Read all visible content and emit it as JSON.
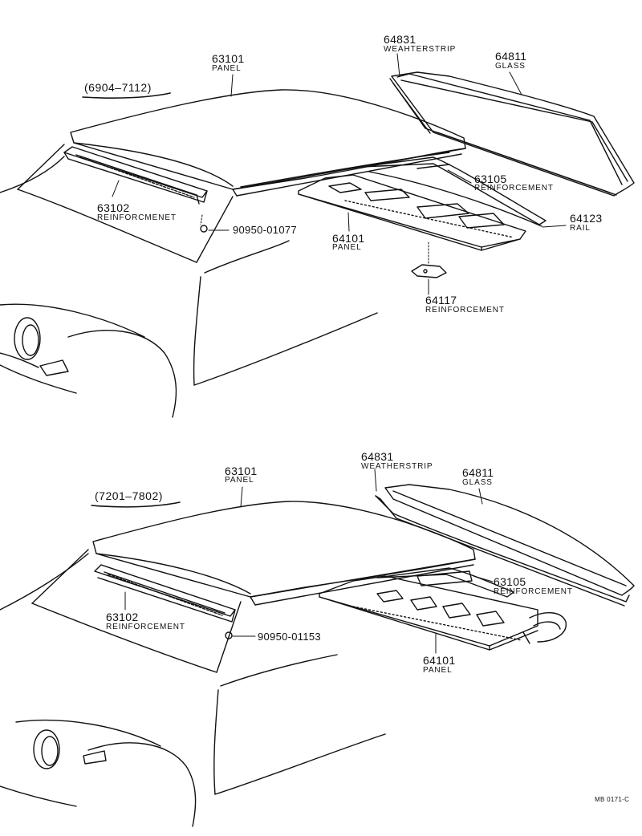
{
  "diagram_1": {
    "date_range": "(6904–7112)",
    "parts": {
      "p63101": {
        "number": "63101",
        "name": "PANEL"
      },
      "p64831": {
        "number": "64831",
        "name": "WEAHTERSTRIP"
      },
      "p64811": {
        "number": "64811",
        "name": "GLASS"
      },
      "p63105": {
        "number": "63105",
        "name": "REINFORCEMENT"
      },
      "p64123": {
        "number": "64123",
        "name": "RAIL"
      },
      "p63102": {
        "number": "63102",
        "name": "REINFORCMENET"
      },
      "p90950": {
        "number": "90950-01077"
      },
      "p64101": {
        "number": "64101",
        "name": "PANEL"
      },
      "p64117": {
        "number": "64117",
        "name": "REINFORCEMENT"
      }
    }
  },
  "diagram_2": {
    "date_range": "(7201–7802)",
    "parts": {
      "p63101": {
        "number": "63101",
        "name": "PANEL"
      },
      "p64831": {
        "number": "64831",
        "name": "WEATHERSTRIP"
      },
      "p64811": {
        "number": "64811",
        "name": "GLASS"
      },
      "p63105": {
        "number": "63105",
        "name": "REINFORCEMENT"
      },
      "p63102": {
        "number": "63102",
        "name": "REINFORCEMENT"
      },
      "p90950": {
        "number": "90950-01153"
      },
      "p64101": {
        "number": "64101",
        "name": "PANEL"
      }
    }
  },
  "figure_ref": "MB 0171-C",
  "colors": {
    "line": "#111111",
    "background": "#ffffff"
  }
}
